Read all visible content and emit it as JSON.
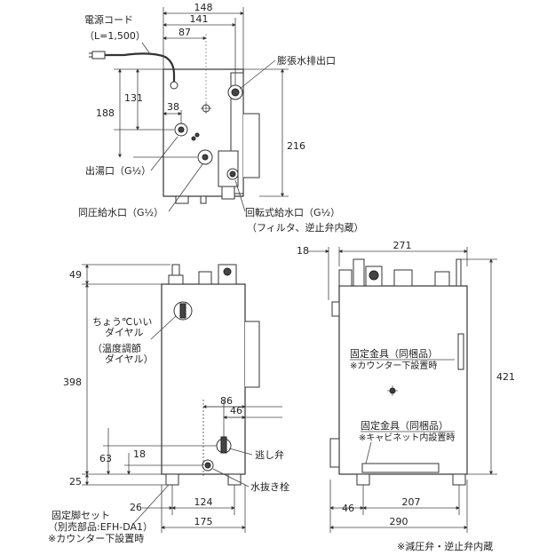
{
  "top_view": {
    "dims": {
      "w148": "148",
      "w141": "141",
      "w87": "87",
      "h131": "131",
      "h188": "188",
      "w38": "38",
      "h216": "216"
    },
    "labels": {
      "cord": "電源コード",
      "cord_len": "（L=1,500）",
      "expansion_outlet": "膨張水排出口",
      "hot_outlet": "出湯口（G½）",
      "same_pressure_inlet": "同圧給水口（G½）",
      "rotary_inlet": "回転式給水口（G½）",
      "rotary_note": "（フィルタ、逆止弁内蔵）"
    }
  },
  "front_view": {
    "dims": {
      "h49": "49",
      "h398": "398",
      "w86": "86",
      "w46": "46",
      "h63": "63",
      "w18": "18",
      "h25": "25",
      "w26": "26",
      "w124": "124",
      "w175": "175"
    },
    "labels": {
      "dial_line1": "ちょう℃いい",
      "dial_line2": "ダイヤル",
      "dial_line3": "（温度調節",
      "dial_line4": "ダイヤル）",
      "relief_valve": "逃し弁",
      "drain_plug": "水抜き栓",
      "feet_line1": "固定脚セット",
      "feet_line2": "（別売部品:EFH-DA1）",
      "feet_line3": "※カウンター下設置時"
    }
  },
  "side_view": {
    "dims": {
      "w18": "18",
      "w271": "271",
      "h421": "421",
      "w46": "46",
      "w207": "207",
      "w290": "290"
    },
    "labels": {
      "bracket1_line1": "固定金具（同梱品）",
      "bracket1_line2": "※カウンター下設置時",
      "bracket2_line1": "固定金具（同梱品）",
      "bracket2_line2": "※キャビネット内設置時"
    }
  },
  "footnote": "※減圧弁・逆止弁内蔵"
}
